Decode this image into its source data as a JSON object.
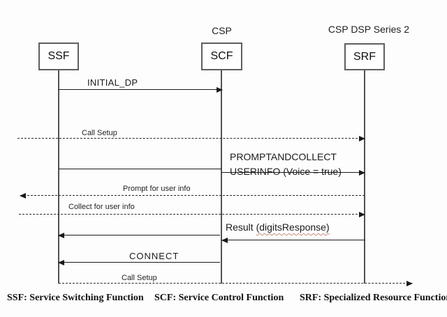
{
  "diagram": {
    "headers": {
      "scf_header": "CSP",
      "srf_header": "CSP DSP Series 2"
    },
    "actors": {
      "ssf": "SSF",
      "scf": "SCF",
      "srf": "SRF"
    },
    "messages": {
      "initial_dp": "INITIAL_DP",
      "call_setup_1": "Call Setup",
      "prompt_and_collect_line1": "PROMPTANDCOLLECT",
      "prompt_and_collect_line2": "USERINFO (Voice = true)",
      "prompt_for_user_info": "Prompt for user info",
      "collect_for_user_info": "Collect for user info",
      "result_prefix": "Result ",
      "result_arg": "(digitsResponse)",
      "connect": "CONNECT",
      "call_setup_2": "Call Setup"
    },
    "legend": {
      "ssf": "SSF: Service Switching Function",
      "scf": "SCF: Service Control Function",
      "srf": "SRF: Specialized Resource Function"
    },
    "colors": {
      "line": "#1a1a1a",
      "box_border": "#5f5f5f",
      "squiggle": "#c98a7d"
    }
  }
}
